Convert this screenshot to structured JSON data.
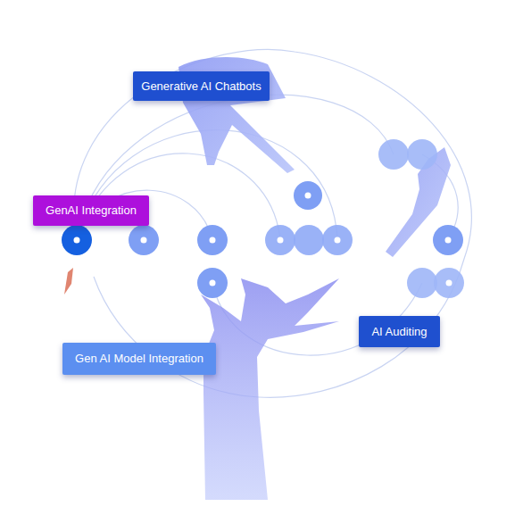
{
  "diagram": {
    "nodes": [
      {
        "text": [
          "Generative AI Chatbots"
        ]
      },
      {
        "text": [
          "GenAI Integration"
        ]
      },
      {
        "text": [
          "AI Auditing"
        ]
      },
      {
        "text": [
          "Gen AI Model Integration"
        ]
      }
    ]
  }
}
